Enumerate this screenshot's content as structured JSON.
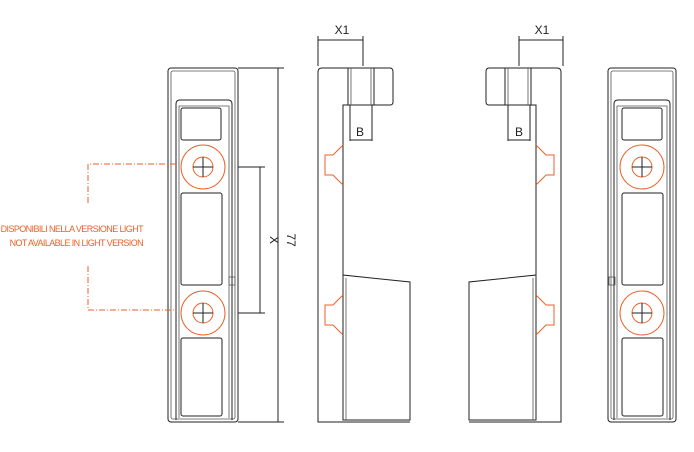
{
  "labels": {
    "x1_left": "X1",
    "x1_right": "X1",
    "b_left": "B",
    "b_right": "B",
    "x": "X",
    "height": "77"
  },
  "note": {
    "line_it": "NON DISPONIBILI NELLA VERSIONE LIGHT",
    "line_en": "NOT AVAILABLE IN LIGHT VERSION"
  },
  "colors": {
    "accent": "#e8622a",
    "line": "#222222"
  }
}
